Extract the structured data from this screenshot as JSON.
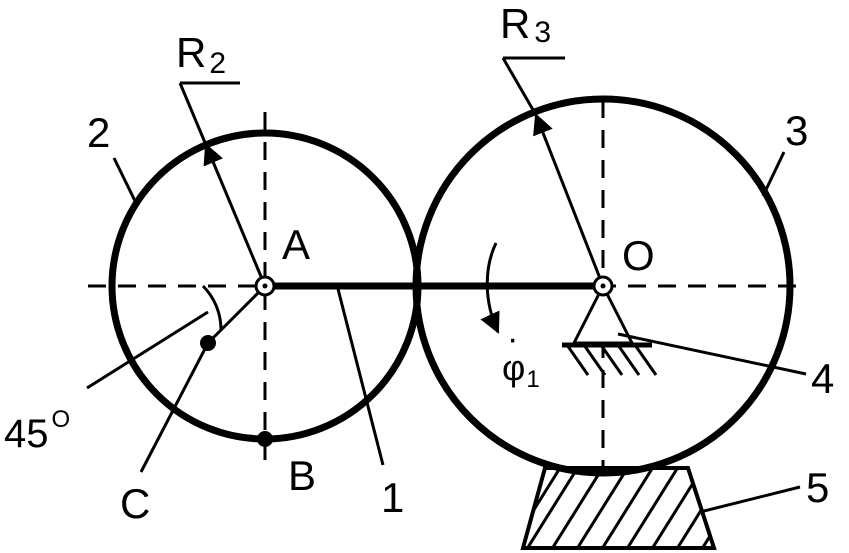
{
  "labels": {
    "r2": "R",
    "r2_sub": "2",
    "r3": "R",
    "r3_sub": "3",
    "point_a": "A",
    "point_o": "O",
    "point_b": "B",
    "point_c": "C",
    "angle": "45",
    "angle_sup": "O",
    "phi": "φ",
    "phi_sub": "1",
    "phi_dot": "·",
    "part_1": "1",
    "part_2": "2",
    "part_3": "3",
    "part_4": "4",
    "part_5": "5"
  },
  "colors": {
    "ink": "#000000",
    "background": "#ffffff"
  }
}
